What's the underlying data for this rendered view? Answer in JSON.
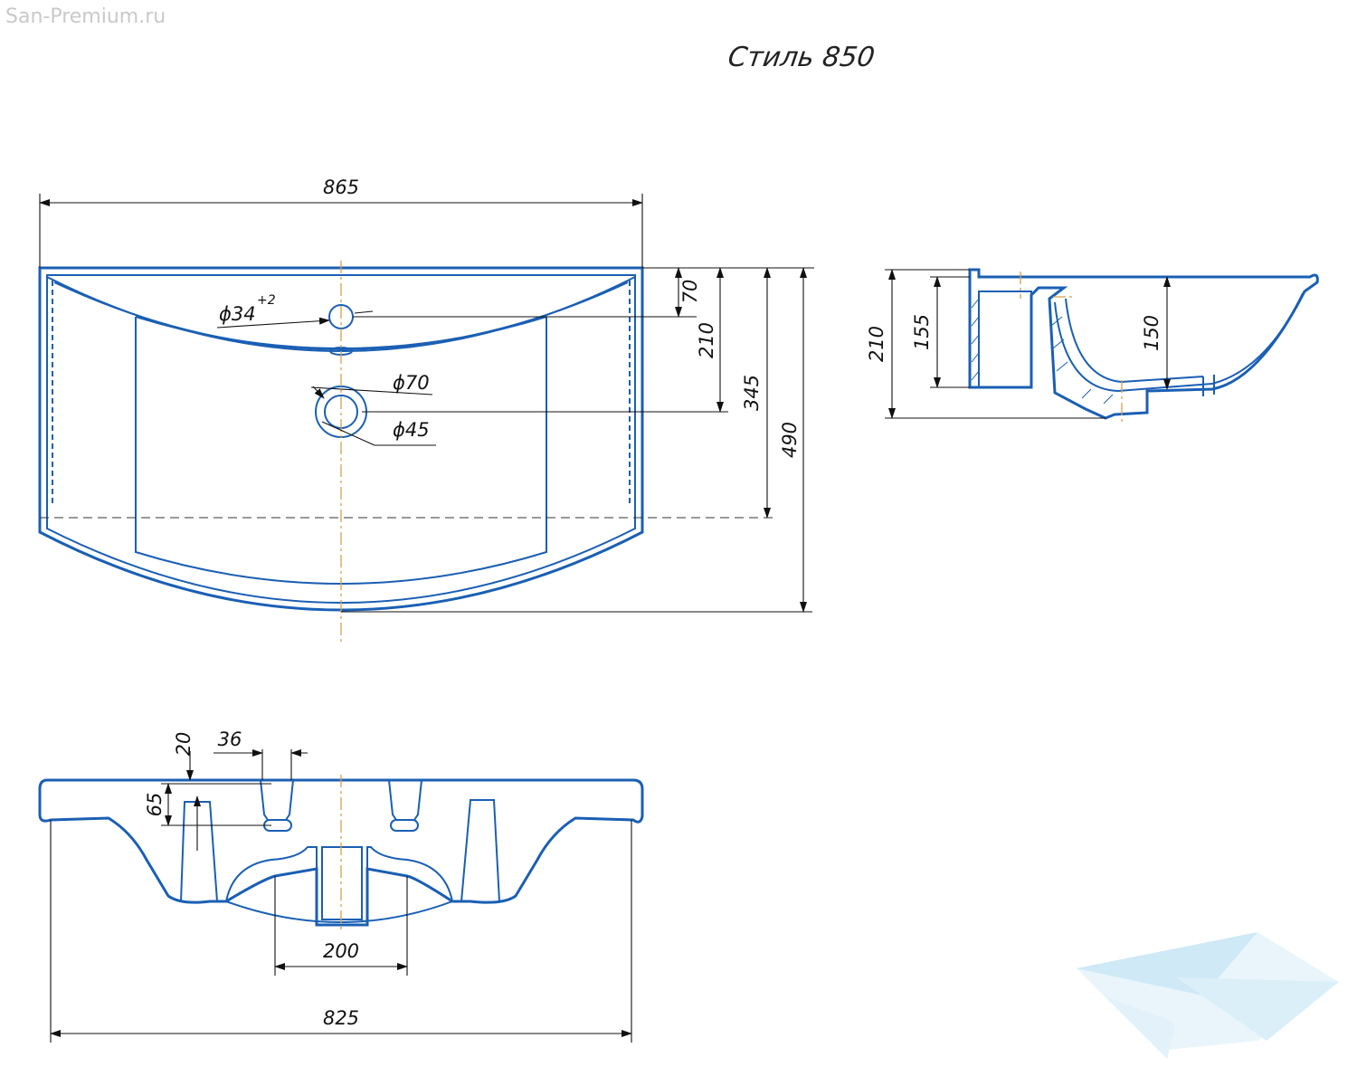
{
  "watermark": "San-Premium.ru",
  "title": "Стиль 850",
  "top_view": {
    "overall_width": "865",
    "depth_faucet_hole": "70",
    "depth_drain": "210",
    "depth_bowl": "345",
    "depth_total": "490",
    "faucet_hole_dia": "ϕ34",
    "faucet_hole_tol": "+2",
    "drain_outer_dia": "ϕ70",
    "drain_inner_dia": "ϕ45"
  },
  "side_view": {
    "height_total": "210",
    "height_rim": "155",
    "bowl_depth": "150"
  },
  "front_view": {
    "rim_height": "20",
    "mount_slot_width": "36",
    "mount_hole_height": "65",
    "drain_width": "200",
    "overall_width": "825"
  },
  "colors": {
    "outline": "#1a5fb4",
    "axis": "#d4a04a",
    "logo": "#bfe3f5"
  },
  "logo_icon": "bathtub-logo-icon"
}
